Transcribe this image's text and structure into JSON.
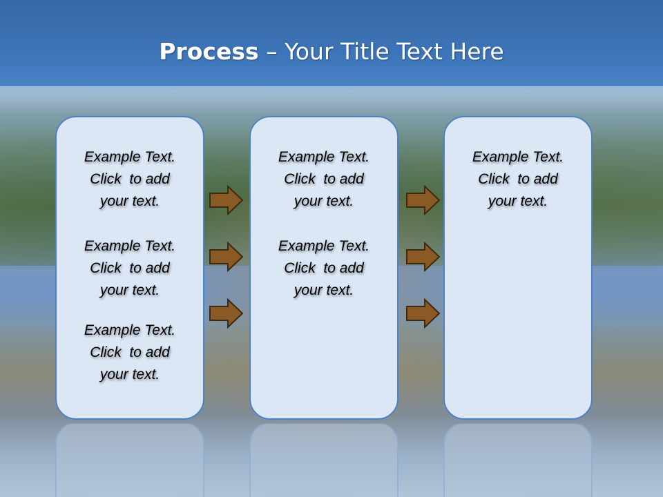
{
  "slide": {
    "title_bold": "Process",
    "title_rest": " – Your Title Text Here"
  },
  "panels": [
    {
      "items": [
        {
          "line1": "Example Text.",
          "line2": "Click  to add",
          "line3": "your text."
        },
        {
          "line1": "Example Text.",
          "line2": "Click  to add",
          "line3": "your text."
        },
        {
          "line1": "Example Text.",
          "line2": "Click  to add",
          "line3": "your text."
        }
      ]
    },
    {
      "items": [
        {
          "line1": "Example Text.",
          "line2": "Click  to add",
          "line3": "your text."
        },
        {
          "line1": "Example Text.",
          "line2": "Click  to add",
          "line3": "your text."
        }
      ]
    },
    {
      "items": [
        {
          "line1": "Example Text.",
          "line2": "Click  to add",
          "line3": "your text."
        }
      ]
    }
  ],
  "colors": {
    "panel_fill": "#dce7f6",
    "panel_border": "#4f82c4",
    "arrow_fill": "#8b5a24",
    "arrow_stroke": "#3c2a10"
  },
  "icons": {
    "arrow": "right-arrow-icon"
  }
}
